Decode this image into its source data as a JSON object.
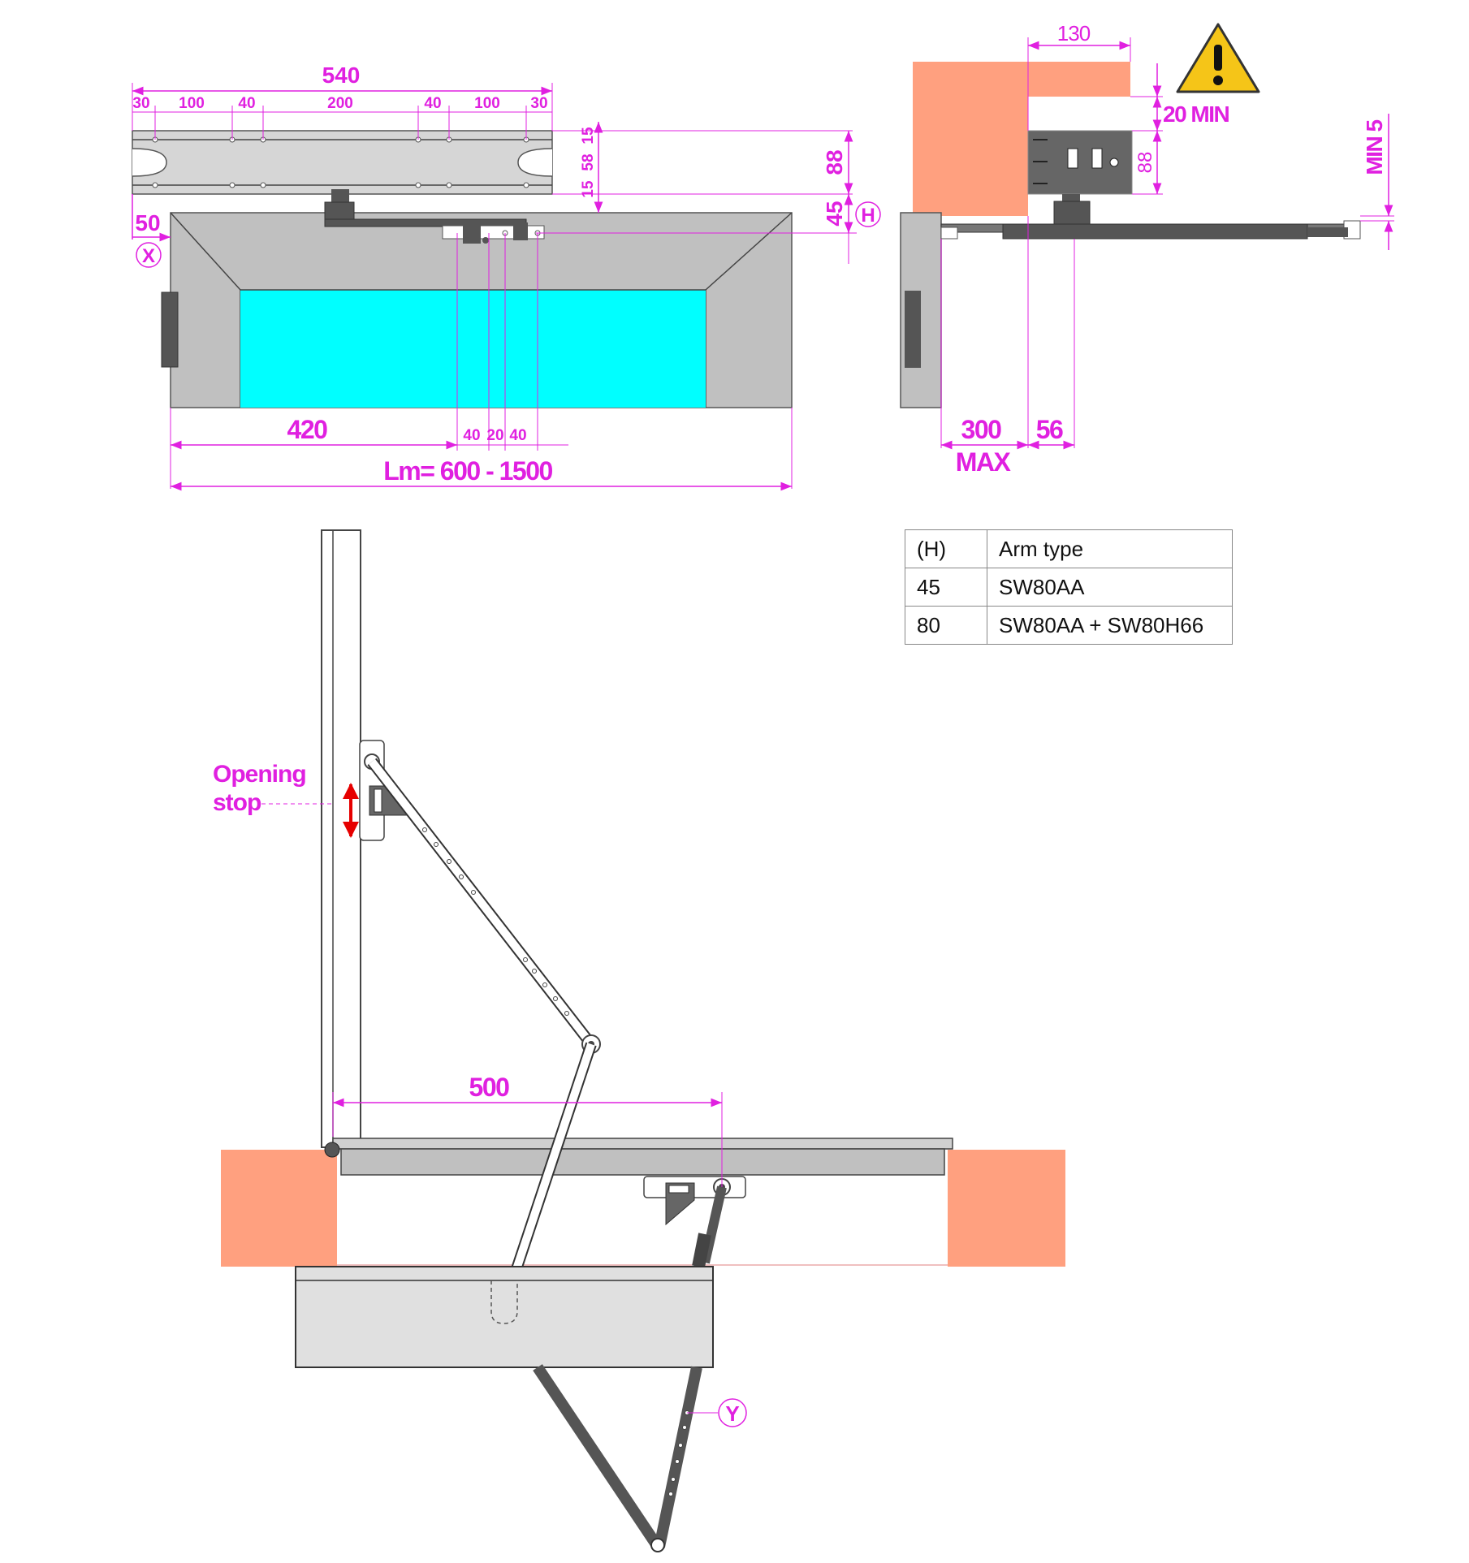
{
  "front_view": {
    "overall_width": "540",
    "segments": [
      "30",
      "100",
      "40",
      "200",
      "40",
      "100",
      "30"
    ],
    "height_total": "88",
    "height_parts": [
      "15",
      "58",
      "15"
    ],
    "arm_offset": "45",
    "arm_offset_tag": "H",
    "side_offset": "50",
    "side_offset_tag": "X",
    "arm_position": "420",
    "arm_plate_dims": [
      "40",
      "20",
      "40"
    ],
    "leaf_width": "Lm= 600 - 1500"
  },
  "side_view": {
    "top_dim": "130",
    "min_gap": "20 MIN",
    "body_height": "88",
    "min_right": "MIN 5",
    "arm_reach": "300",
    "arm_reach_note": "MAX",
    "axis_offset": "56"
  },
  "section_view": {
    "stop_label_line1": "Opening",
    "stop_label_line2": "stop",
    "arm_distance": "500",
    "detail_tag": "Y"
  },
  "arm_table": {
    "headers": [
      "(H)",
      "Arm type"
    ],
    "rows": [
      [
        "45",
        "SW80AA"
      ],
      [
        "80",
        "SW80AA + SW80H66"
      ]
    ]
  },
  "colors": {
    "dimension": "#e020e0",
    "glass": "#00ffff",
    "wall": "#ffa07f",
    "frame": "#c0c0c0",
    "warning": "#f5c518"
  }
}
